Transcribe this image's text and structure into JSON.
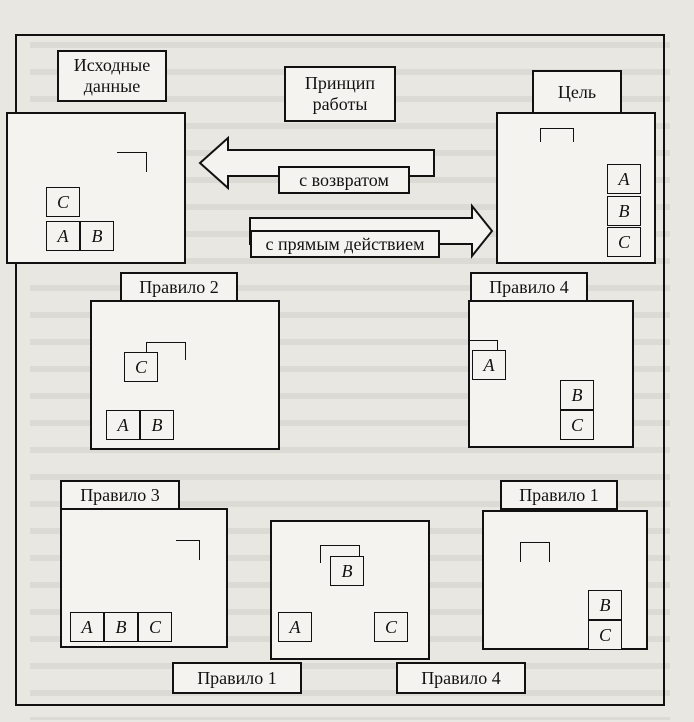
{
  "labels": {
    "initial": "Исходные данные",
    "principle": "Принцип работы",
    "goal": "Цель",
    "backward": "с возвратом",
    "forward": "с прямым действием",
    "rule2": "Правило 2",
    "rule4_top": "Правило 4",
    "rule3": "Правило 3",
    "rule1_right": "Правило 1",
    "rule1_bottom": "Правило 1",
    "rule4_bottom": "Правило 4"
  },
  "blocks": {
    "A": "A",
    "B": "B",
    "C": "C"
  }
}
